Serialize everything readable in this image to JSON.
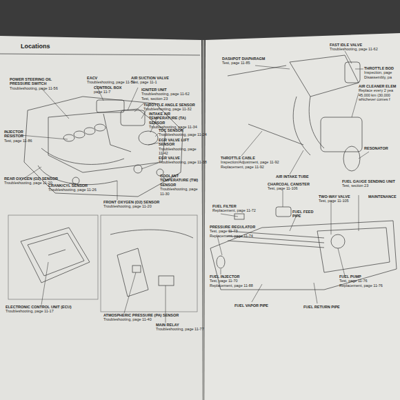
{
  "diagram": {
    "labels": [
      "Locations",
      "EACV",
      "Troubleshooting, page 11-51",
      "CONTROL BOX",
      "page 11-7",
      "AIR SUCTION VALVE",
      "Test, page 11-1",
      "IGNITER UNIT",
      "Troubleshooting, page 11-62",
      "Test, section 23",
      "THROTTLE ANGLE SENSOR",
      "Troubleshooting, page 11-32",
      "INTAKE AIR TEMPERATURE (TA) SENSOR",
      "Troubleshooting, page 11-34",
      "TDC SENSOR",
      "Troubleshooting, page 11-24",
      "EGR VALVE LIFT SENSOR",
      "Troubleshooting, page 11-42",
      "INJECTOR RESISTOR",
      "Test, page 11-86",
      "EGR VALVE",
      "Troubleshooting, page 11-38",
      "REAR OXYGEN (O2) SENSOR",
      "Troubleshooting, page 11-20",
      "CRANK/CYL SENSOR",
      "Troubleshooting, page 11-26",
      "FRONT OXYGEN (O2) SENSOR",
      "Troubleshooting, page 11-20",
      "COOLANT TEMPERATURE (TW) SENSOR",
      "Troubleshooting, page 11-30",
      "POWER STEERING OIL PRESSURE SWITCH",
      "Troubleshooting, page 11-56",
      "ELECTRONIC CONTROL UNIT (ECU)",
      "Troubleshooting, page 11-17",
      "ATMOSPHERIC PRESSURE (PA) SENSOR",
      "Troubleshooting, page 11-40",
      "MAIN RELAY",
      "Troubleshooting, page 11-77",
      "FAST IDLE VALVE",
      "Troubleshooting, page 11-62",
      "DASHPOT DIAPHRAGM",
      "Test, page 11-85",
      "THROTTLE BOD",
      "Inspection, page",
      "Disassembly, pa",
      "AIR CLEANER ELEM",
      "Replace every 2 yea",
      "45,000 km (30,000",
      "whichever comes f",
      "RESONATOR",
      "THROTTLE CABLE",
      "Inspection/Adjustment, page 11-92",
      "Replacement, page 11-92",
      "AIR INTAKE TUBE",
      "CHARCOAL CANISTER",
      "Test, page 11-106",
      "TWO-WAY VALVE",
      "Test, page 11-105",
      "FUEL GAUGE SENDING UNIT",
      "Test, section 23",
      "MAINTENANCE",
      "FUEL FEED PIPE",
      "FUEL FILTER",
      "Replacement, page 11-72",
      "PRESSURE REGULATOR",
      "Test, page 11-73",
      "Replacement, page 11-74",
      "FUEL INJECTOR",
      "Test, page 11-70",
      "Replacement, page 11-88",
      "FUEL PUMP",
      "Test, page 11-76",
      "Replacement, page 11-76",
      "FUEL VAPOR PIPE",
      "FUEL RETURN PIPE"
    ]
  }
}
